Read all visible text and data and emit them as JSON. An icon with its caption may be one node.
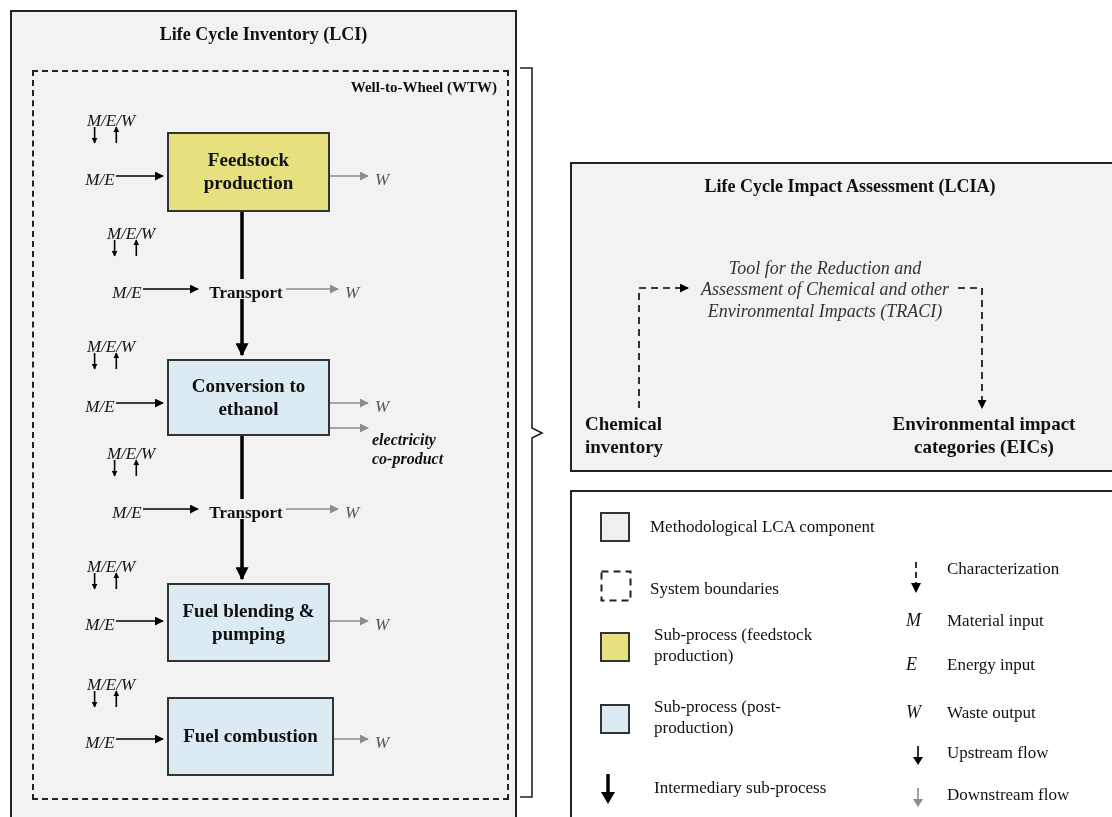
{
  "diagram": {
    "nodes": [
      {
        "text": [
          "Life Cycle Inventory (LCI)"
        ]
      },
      {
        "text": [
          "Well-to-Wheel (WTW)"
        ],
        "in": 0
      },
      {
        "text": [
          "M/E/W"
        ],
        "in": 1
      },
      {
        "text": [
          "M/E"
        ],
        "in": 1
      },
      {
        "text": [
          "Feedstock production"
        ],
        "in": 1
      },
      {
        "text": [
          "W"
        ],
        "in": 1
      },
      {
        "text": [
          "M/E/W"
        ],
        "in": 1
      },
      {
        "text": [
          "M/E"
        ],
        "in": 1
      },
      {
        "text": [
          "Transport"
        ],
        "in": 1
      },
      {
        "text": [
          "W"
        ],
        "in": 1
      },
      {
        "text": [
          "M/E/W"
        ],
        "in": 1
      },
      {
        "text": [
          "M/E"
        ],
        "in": 1
      },
      {
        "text": [
          "Conversion to ethanol"
        ],
        "in": 1
      },
      {
        "text": [
          "W"
        ],
        "in": 1
      },
      {
        "text": [
          "electricity co-product"
        ],
        "in": 1
      },
      {
        "text": [
          "M/E/W"
        ],
        "in": 1
      },
      {
        "text": [
          "M/E"
        ],
        "in": 1
      },
      {
        "text": [
          "Transport"
        ],
        "in": 1
      },
      {
        "text": [
          "W"
        ],
        "in": 1
      },
      {
        "text": [
          "M/E/W"
        ],
        "in": 1
      },
      {
        "text": [
          "M/E"
        ],
        "in": 1
      },
      {
        "text": [
          "Fuel blending & pumping"
        ],
        "in": 1
      },
      {
        "text": [
          "W"
        ],
        "in": 1
      },
      {
        "text": [
          "M/E/W"
        ],
        "in": 1
      },
      {
        "text": [
          "M/E"
        ],
        "in": 1
      },
      {
        "text": [
          "Fuel combustion"
        ],
        "in": 1
      },
      {
        "text": [
          "W"
        ],
        "in": 1
      },
      {
        "text": [
          "Life Cycle Impact Assessment (LCIA)"
        ]
      },
      {
        "text": [
          "Tool for the Reduction and Assessment of Chemical and other Environmental Impacts (TRACI)"
        ],
        "in": 27
      },
      {
        "text": [
          "Chemical inventory"
        ],
        "in": 27
      },
      {
        "text": [
          "Environmental impact categories (EICs)"
        ],
        "in": 27
      }
    ],
    "edges": [
      {
        "from": 2,
        "to": null,
        "arrow": "to"
      },
      {
        "from": null,
        "to": 2,
        "arrow": "to"
      },
      {
        "from": 3,
        "to": 4,
        "arrow": "to"
      },
      {
        "from": 4,
        "to": 5,
        "arrow": "to",
        "color": "#8c8c8c"
      },
      {
        "from": 4,
        "to": 8,
        "arrow": "none",
        "style": "thick"
      },
      {
        "from": 6,
        "to": null,
        "arrow": "to"
      },
      {
        "from": null,
        "to": 6,
        "arrow": "to"
      },
      {
        "from": 7,
        "to": 8,
        "arrow": "to"
      },
      {
        "from": 8,
        "to": 9,
        "arrow": "to",
        "color": "#8c8c8c"
      },
      {
        "from": 8,
        "to": 12,
        "arrow": "to",
        "style": "thick"
      },
      {
        "from": 10,
        "to": null,
        "arrow": "to"
      },
      {
        "from": null,
        "to": 10,
        "arrow": "to"
      },
      {
        "from": 11,
        "to": 12,
        "arrow": "to"
      },
      {
        "from": 12,
        "to": 13,
        "arrow": "to",
        "color": "#8c8c8c"
      },
      {
        "from": 12,
        "to": 14,
        "arrow": "to",
        "color": "#8c8c8c"
      },
      {
        "from": 12,
        "to": 17,
        "arrow": "none",
        "style": "thick"
      },
      {
        "from": 15,
        "to": null,
        "arrow": "to"
      },
      {
        "from": null,
        "to": 15,
        "arrow": "to"
      },
      {
        "from": 16,
        "to": 17,
        "arrow": "to"
      },
      {
        "from": 17,
        "to": 18,
        "arrow": "to",
        "color": "#8c8c8c"
      },
      {
        "from": 17,
        "to": 21,
        "arrow": "to",
        "style": "thick"
      },
      {
        "from": 19,
        "to": null,
        "arrow": "to"
      },
      {
        "from": null,
        "to": 19,
        "arrow": "to"
      },
      {
        "from": 20,
        "to": 21,
        "arrow": "to"
      },
      {
        "from": 21,
        "to": 22,
        "arrow": "to",
        "color": "#8c8c8c"
      },
      {
        "from": 23,
        "to": null,
        "arrow": "to"
      },
      {
        "from": null,
        "to": 23,
        "arrow": "to"
      },
      {
        "from": 24,
        "to": 25,
        "arrow": "to"
      },
      {
        "from": 25,
        "to": 26,
        "arrow": "to",
        "color": "#8c8c8c"
      },
      {
        "from": 29,
        "to": 28,
        "arrow": "to",
        "style": "dashed"
      },
      {
        "from": 28,
        "to": 30,
        "arrow": "to",
        "style": "dashed"
      }
    ],
    "labels": [
      "M",
      "E",
      "W"
    ],
    "legend": [
      {
        "text": "Methodological LCA component",
        "color": "#f0f0f0"
      },
      {
        "text": "System boundaries"
      },
      {
        "text": "Sub-process (feedstock production)",
        "color": "#e6e07e"
      },
      {
        "text": "Sub-process (post-production)",
        "color": "#dceaf4"
      },
      {
        "text": "Intermediary sub-process"
      },
      {
        "text": "Characterization"
      },
      {
        "text": "Material input"
      },
      {
        "text": "Energy input"
      },
      {
        "text": "Waste output"
      },
      {
        "text": "Upstream flow"
      },
      {
        "text": "Downstream flow"
      }
    ]
  }
}
